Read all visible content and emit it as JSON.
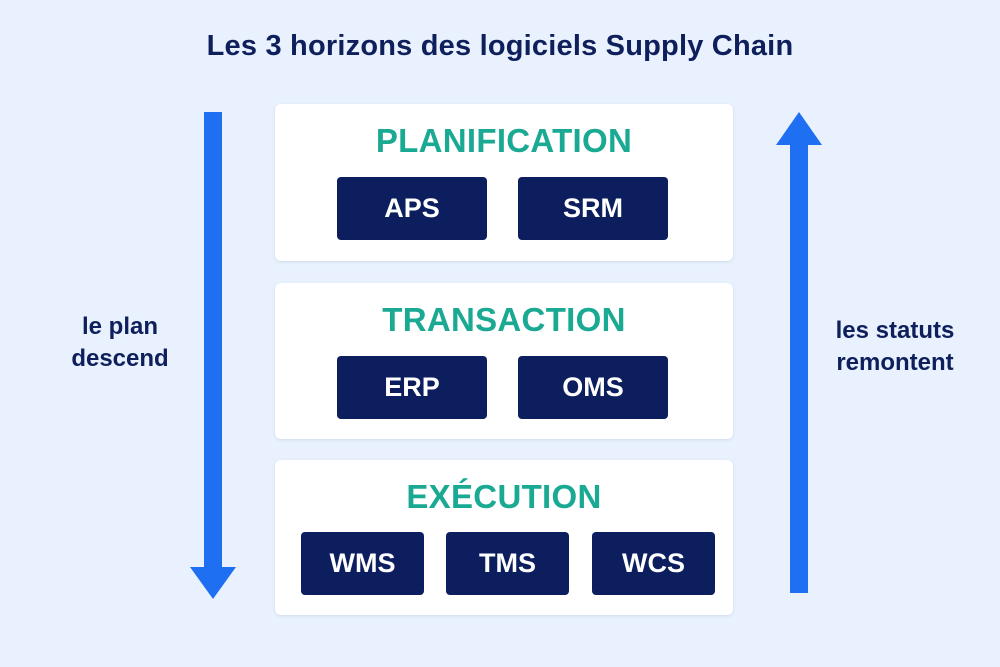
{
  "title": "Les 3 horizons des logiciels Supply Chain",
  "left_label": {
    "line1": "le plan",
    "line2": "descend"
  },
  "right_label": {
    "line1": "les statuts",
    "line2": "remontent"
  },
  "tiers": [
    {
      "name": "PLANIFICATION",
      "items": [
        "APS",
        "SRM"
      ]
    },
    {
      "name": "TRANSACTION",
      "items": [
        "ERP",
        "OMS"
      ]
    },
    {
      "name": "EXÉCUTION",
      "items": [
        "WMS",
        "TMS",
        "WCS"
      ]
    }
  ],
  "colors": {
    "background": "#e8f1fd",
    "title": "#0f1f5c",
    "tier_heading": "#1aa992",
    "chip": "#0d1e5e",
    "arrow": "#1f6ff2"
  },
  "icons": {
    "left_arrow": "arrow-down-icon",
    "right_arrow": "arrow-up-icon"
  }
}
